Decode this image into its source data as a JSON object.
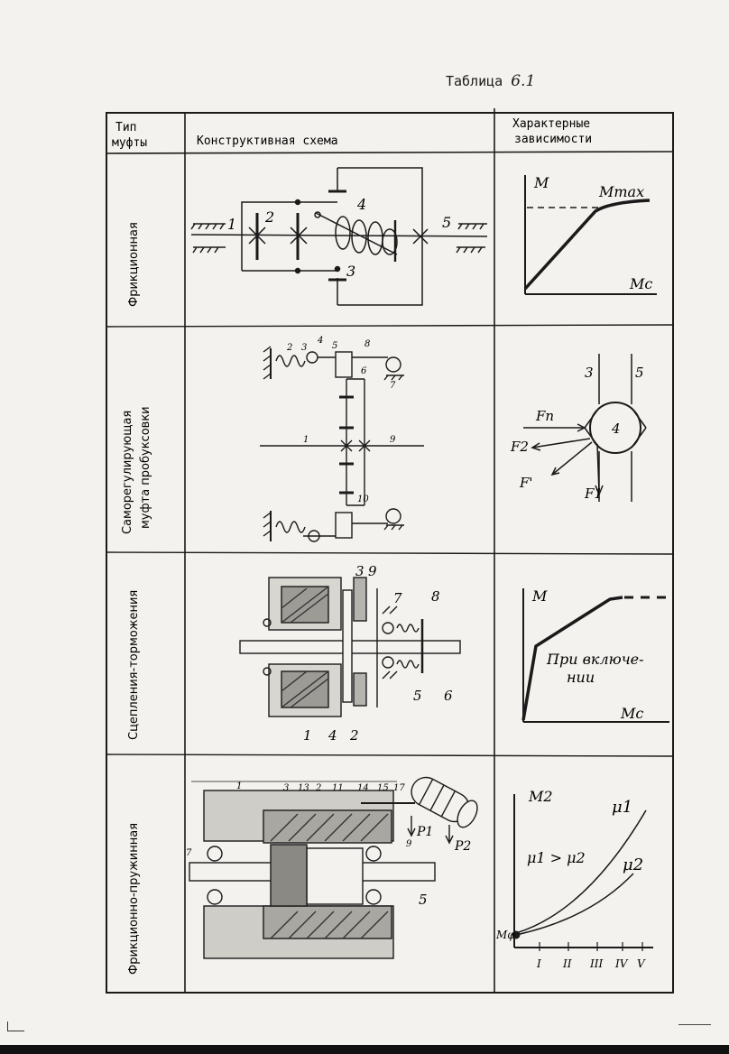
{
  "caption": {
    "text": "Таблица",
    "number": "6.1"
  },
  "header": {
    "col1_line1": "Тип",
    "col1_line2": "муфты",
    "col2": "Конструктивная схема",
    "col3_line1": "Характерные",
    "col3_line2": "зависимости"
  },
  "rows": [
    {
      "type_label": "Фрикционная",
      "scheme_labels": [
        "1",
        "2",
        "3",
        "4",
        "5"
      ],
      "graph": {
        "y_label": "M",
        "x_label": "Mc",
        "curve_label": "Mmax"
      }
    },
    {
      "type_label_line1": "Саморегулирующая",
      "type_label_line2": "муфта пробуксовки",
      "scheme_labels": [
        "1",
        "2",
        "3",
        "4",
        "5",
        "6",
        "7",
        "8",
        "9",
        "10"
      ],
      "graph": {
        "labels": [
          "3",
          "5",
          "Fп",
          "4",
          "F2",
          "F'",
          "F1"
        ]
      }
    },
    {
      "type_label": "Сцепления-торможения",
      "scheme_labels": [
        "3",
        "9",
        "7",
        "8",
        "1",
        "4",
        "2",
        "5",
        "6"
      ],
      "graph": {
        "y_label": "M",
        "x_label": "Mc",
        "note_line1": "При включе-",
        "note_line2": "нии"
      }
    },
    {
      "type_label": "Фрикционно-пружинная",
      "scheme_labels": [
        "1",
        "3",
        "13",
        "2",
        "11",
        "14",
        "15",
        "17",
        "7",
        "9",
        "5",
        "P1",
        "P2"
      ],
      "graph": {
        "y_label": "M2",
        "curve1": "μ1",
        "curve2": "μ2",
        "relation": "μ1 > μ2",
        "origin_label": "Mφ",
        "ticks": [
          "I",
          "II",
          "III",
          "IV",
          "V"
        ]
      }
    }
  ]
}
